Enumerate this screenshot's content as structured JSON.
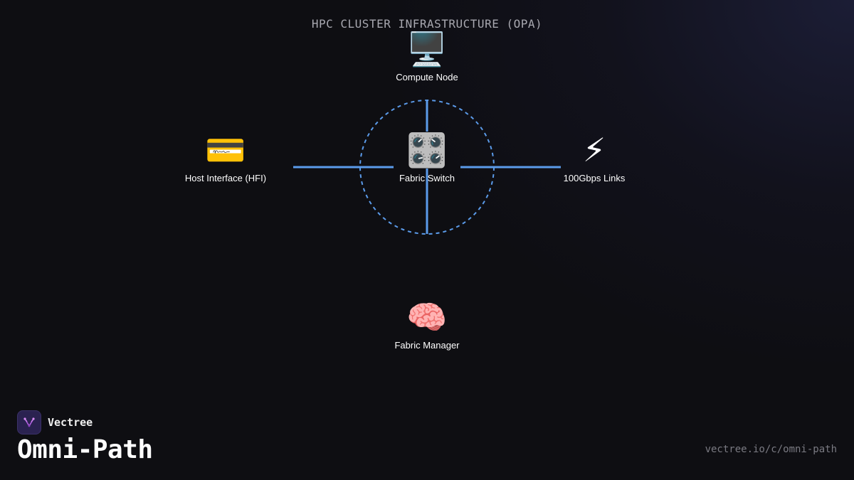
{
  "diagram": {
    "title": "HPC CLUSTER INFRASTRUCTURE (OPA)",
    "nodes": [
      {
        "id": "compute-node",
        "label": "Compute Node",
        "icon": "desktop-computer-icon",
        "glyph": "🖥️"
      },
      {
        "id": "host-interface",
        "label": "Host Interface (HFI)",
        "icon": "credit-card-icon",
        "glyph": "💳"
      },
      {
        "id": "fabric-switch",
        "label": "Fabric Switch",
        "icon": "control-knobs-icon",
        "glyph": "🎛️"
      },
      {
        "id": "links",
        "label": "100Gbps Links",
        "icon": "lightning-icon",
        "glyph": "⚡"
      },
      {
        "id": "fabric-manager",
        "label": "Fabric Manager",
        "icon": "brain-icon",
        "glyph": "🧠"
      }
    ],
    "connector_color": "#5b9bea"
  },
  "brand": {
    "name": "Vectree",
    "logo_icon": "vectree-logo-icon"
  },
  "footer": {
    "topic": "Omni-Path",
    "url": "vectree.io/c/omni-path"
  }
}
